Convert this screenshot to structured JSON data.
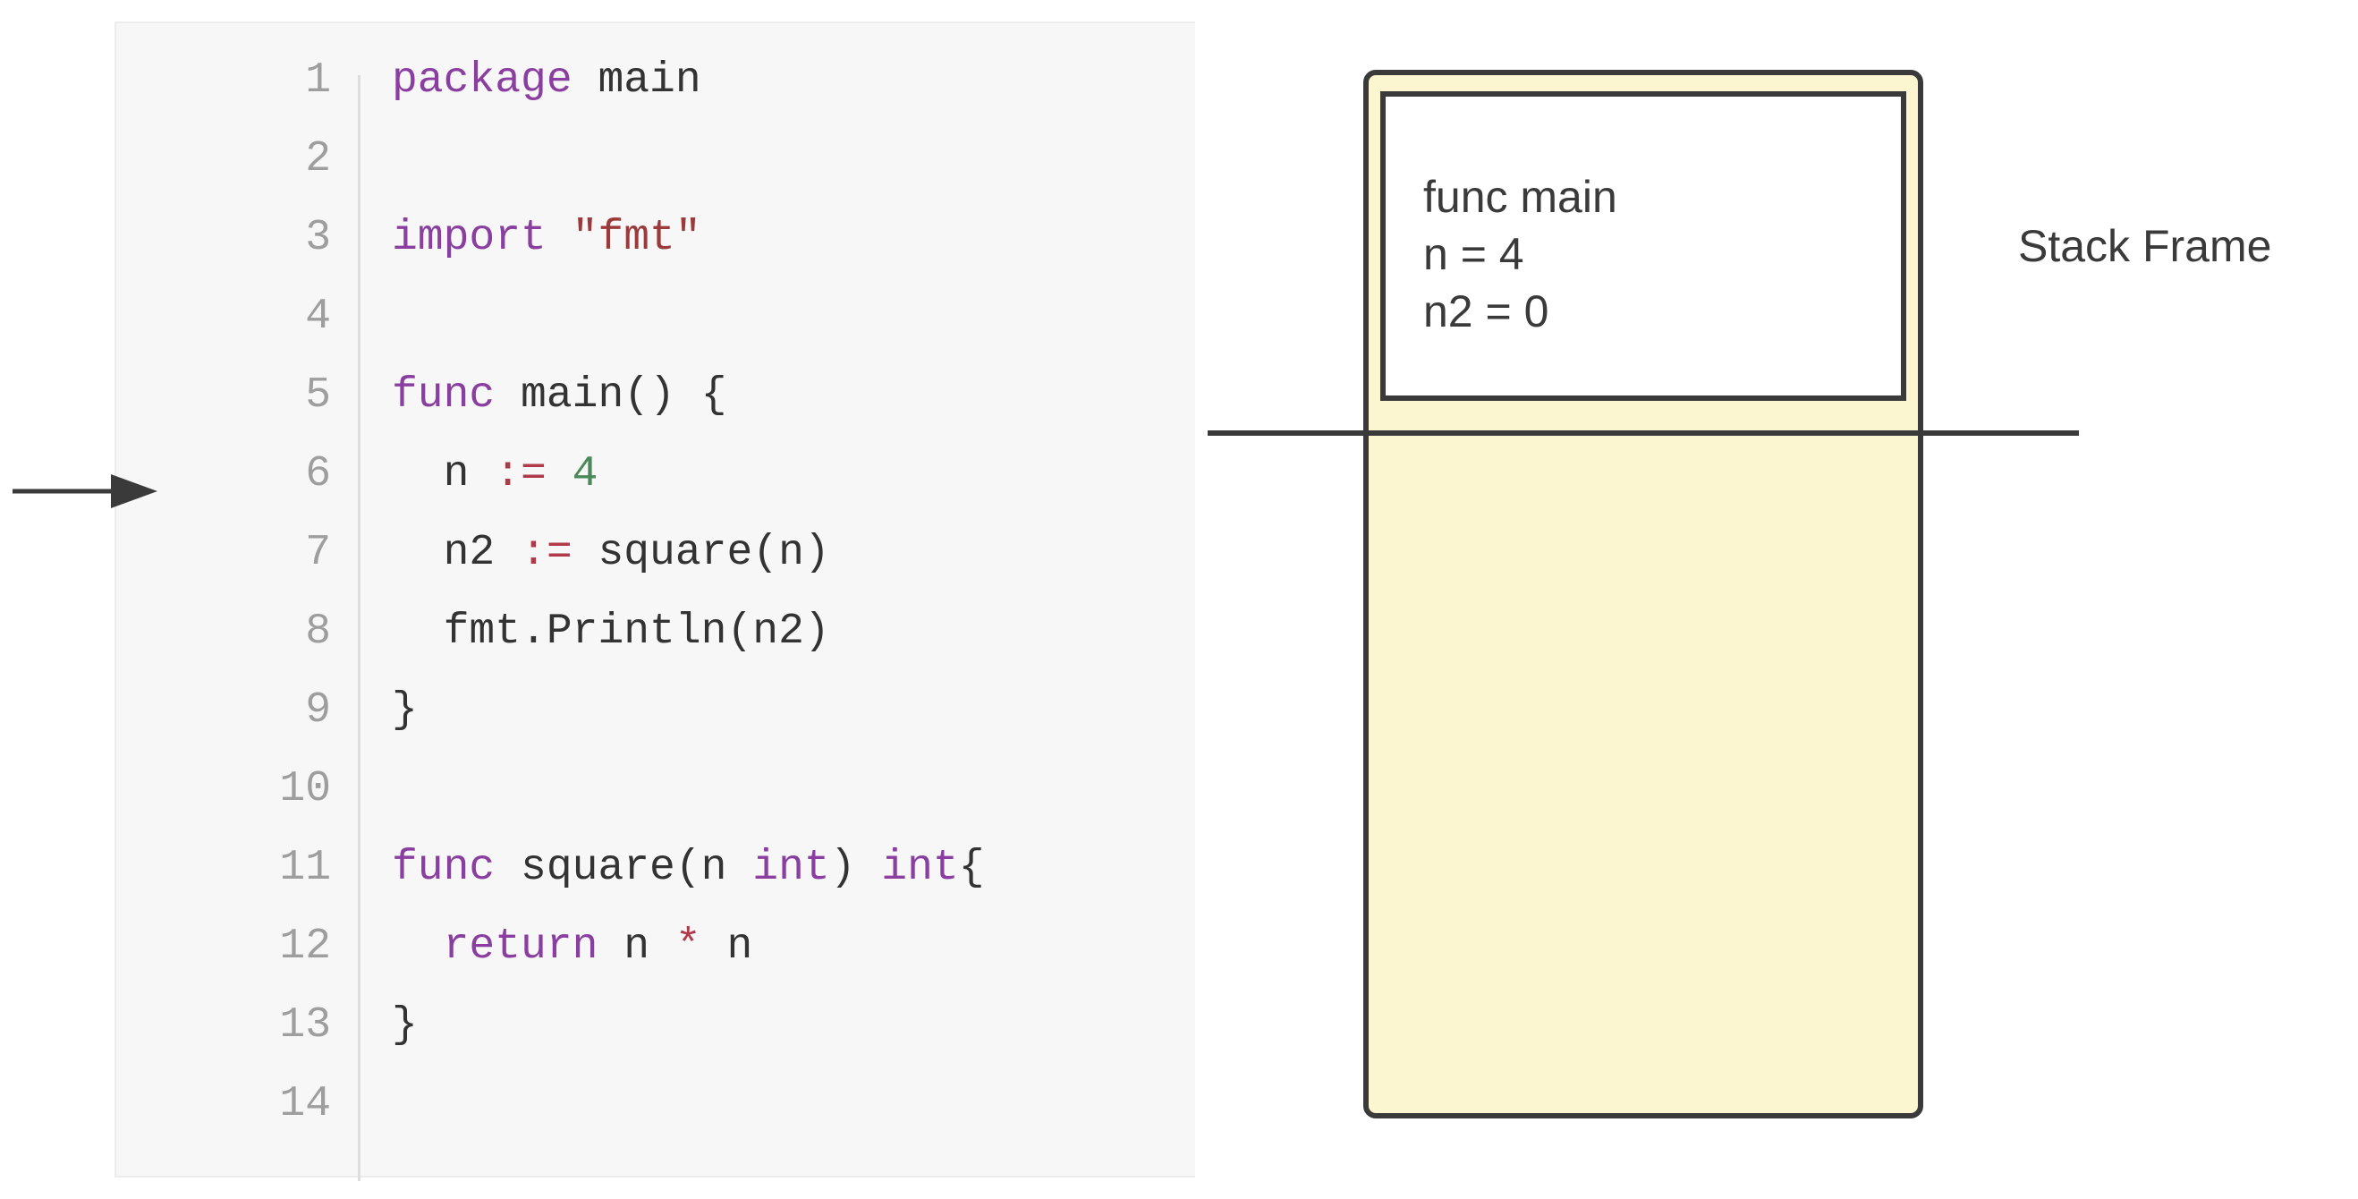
{
  "code": {
    "lines": [
      {
        "num": "1",
        "tokens": [
          {
            "t": "package",
            "c": "kw"
          },
          {
            "t": " main",
            "c": "plain"
          }
        ]
      },
      {
        "num": "2",
        "tokens": []
      },
      {
        "num": "3",
        "tokens": [
          {
            "t": "import",
            "c": "kw"
          },
          {
            "t": " ",
            "c": "plain"
          },
          {
            "t": "\"fmt\"",
            "c": "str"
          }
        ]
      },
      {
        "num": "4",
        "tokens": []
      },
      {
        "num": "5",
        "tokens": [
          {
            "t": "func",
            "c": "kw"
          },
          {
            "t": " main() {",
            "c": "plain"
          }
        ]
      },
      {
        "num": "6",
        "tokens": [
          {
            "t": "  n ",
            "c": "plain"
          },
          {
            "t": ":=",
            "c": "op"
          },
          {
            "t": " ",
            "c": "plain"
          },
          {
            "t": "4",
            "c": "num"
          }
        ]
      },
      {
        "num": "7",
        "tokens": [
          {
            "t": "  n2 ",
            "c": "plain"
          },
          {
            "t": ":=",
            "c": "op"
          },
          {
            "t": " square(n)",
            "c": "plain"
          }
        ]
      },
      {
        "num": "8",
        "tokens": [
          {
            "t": "  fmt.Println(n2)",
            "c": "plain"
          }
        ]
      },
      {
        "num": "9",
        "tokens": [
          {
            "t": "}",
            "c": "plain"
          }
        ]
      },
      {
        "num": "10",
        "tokens": []
      },
      {
        "num": "11",
        "tokens": [
          {
            "t": "func",
            "c": "kw"
          },
          {
            "t": " square(n ",
            "c": "plain"
          },
          {
            "t": "int",
            "c": "kw"
          },
          {
            "t": ") ",
            "c": "plain"
          },
          {
            "t": "int",
            "c": "kw"
          },
          {
            "t": "{",
            "c": "plain"
          }
        ]
      },
      {
        "num": "12",
        "tokens": [
          {
            "t": "  ",
            "c": "plain"
          },
          {
            "t": "return",
            "c": "kw"
          },
          {
            "t": " n ",
            "c": "plain"
          },
          {
            "t": "*",
            "c": "op"
          },
          {
            "t": " n",
            "c": "plain"
          }
        ]
      },
      {
        "num": "13",
        "tokens": [
          {
            "t": "}",
            "c": "plain"
          }
        ]
      },
      {
        "num": "14",
        "tokens": []
      }
    ],
    "current_line": 6
  },
  "stack": {
    "label": "Stack Frame",
    "frame_lines": [
      "func main",
      "n = 4",
      "n2 = 0"
    ]
  },
  "colors": {
    "keyword": "#8a3fa0",
    "string": "#9a3a3a",
    "operator": "#b03a4a",
    "number": "#4a8a5a",
    "stack_fill": "#fbf6d0",
    "outline": "#3a3a3a"
  },
  "icons": {
    "pointer": "right-arrow-icon"
  }
}
